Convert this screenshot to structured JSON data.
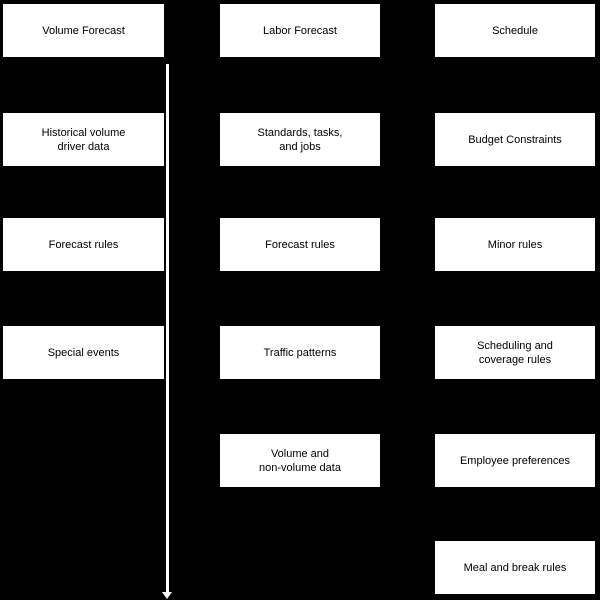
{
  "canvas": {
    "background_color": "#000000",
    "box_fill_color": "#ffffff",
    "box_text_color": "#000000",
    "arrow_color": "#ffffff",
    "arrow_direction": "down"
  },
  "diagram": {
    "columns": [
      {
        "name": "volume-forecast-column",
        "boxes": [
          {
            "label": "Volume Forecast"
          },
          {
            "label": "Historical volume\ndriver data"
          },
          {
            "label": "Forecast rules"
          },
          {
            "label": "Special events"
          }
        ]
      },
      {
        "name": "labor-forecast-column",
        "boxes": [
          {
            "label": "Labor Forecast"
          },
          {
            "label": "Standards, tasks,\nand jobs"
          },
          {
            "label": "Forecast rules"
          },
          {
            "label": "Traffic patterns"
          },
          {
            "label": "Volume and\nnon-volume data"
          }
        ]
      },
      {
        "name": "schedule-column",
        "boxes": [
          {
            "label": "Schedule"
          },
          {
            "label": "Budget Constraints"
          },
          {
            "label": "Minor rules"
          },
          {
            "label": "Scheduling and\ncoverage rules"
          },
          {
            "label": "Employee preferences"
          },
          {
            "label": "Meal and break rules"
          }
        ]
      }
    ]
  }
}
